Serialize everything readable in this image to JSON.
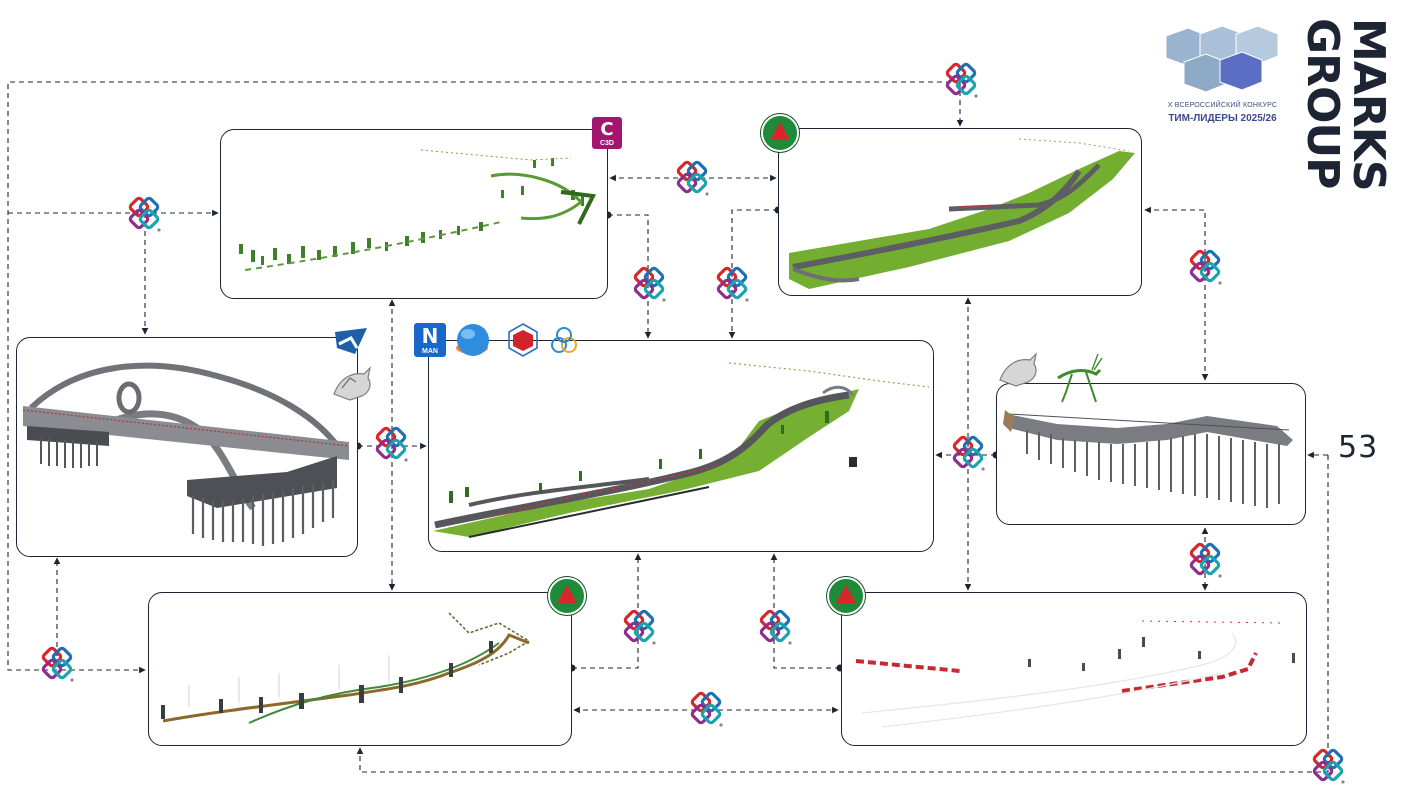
{
  "brand": {
    "word1": "MARKS",
    "word2": "GROUP",
    "contest_line1": "X ВСЕРОССИЙСКИЙ КОНКУРС",
    "contest_line2": "ТИМ-ЛИДЕРЫ 2025/26"
  },
  "page_number": "53",
  "icons": {
    "civil3d_letter": "C",
    "civil3d_sub": "C3D",
    "navisworks_letter": "N",
    "navisworks_sub": "MAN",
    "exchange_format": "ifc-logo-icon",
    "roads_app": "green-red-triangle-badge-icon",
    "rhino": "rhino-icon",
    "grasshopper": "grasshopper-icon"
  },
  "colors": {
    "frame": "#1d2433",
    "terrain": "#6aaa2e",
    "road": "#55575c",
    "ifc_red": "#d8262b",
    "ifc_blue": "#1f6fb5",
    "ifc_teal": "#1ba3b0",
    "ifc_purple": "#8e2e8c"
  }
}
